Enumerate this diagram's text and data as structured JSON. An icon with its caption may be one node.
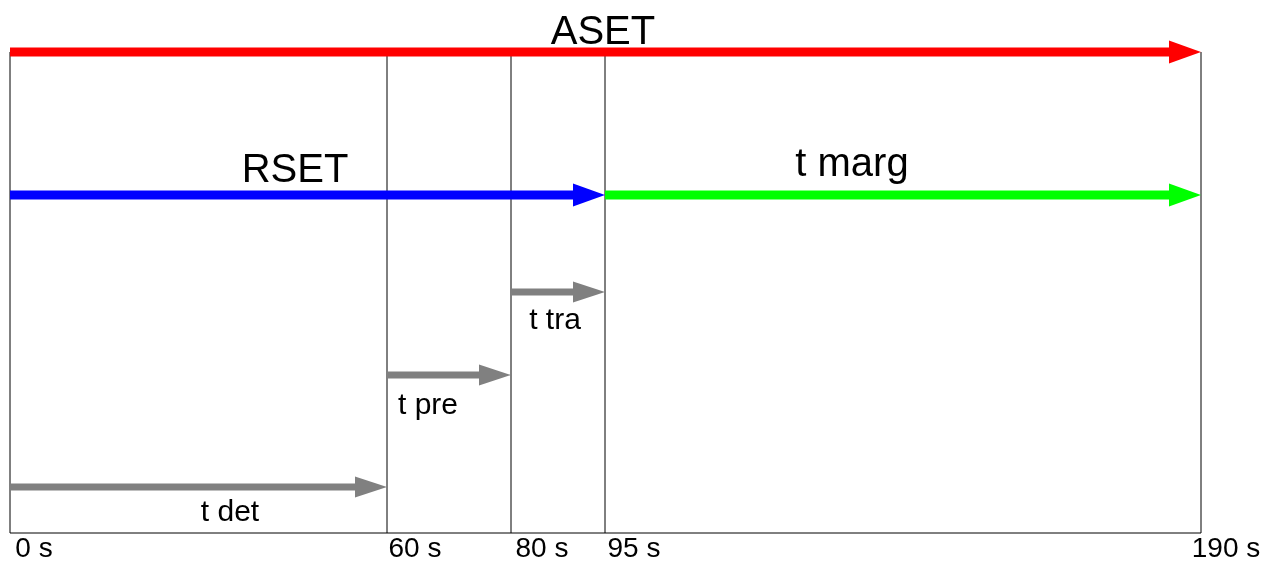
{
  "diagram": {
    "labels": [
      "ASET",
      "RSET",
      "t marg",
      "t tra",
      "t pre",
      "t det",
      "0 s",
      "60 s",
      "80 s",
      "95 s",
      "190 s"
    ]
  }
}
